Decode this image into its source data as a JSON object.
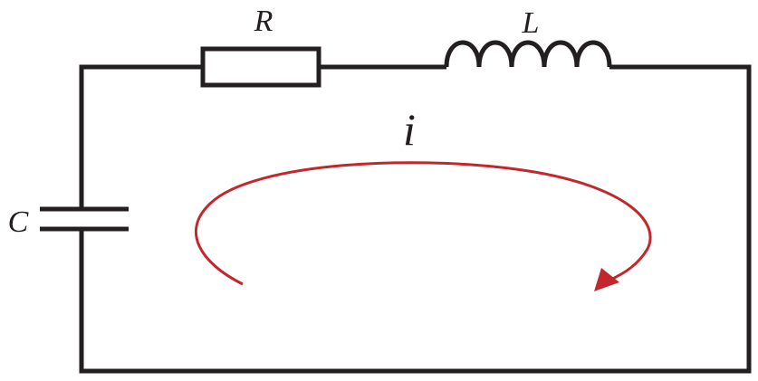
{
  "circuit": {
    "resistor_label": "R",
    "inductor_label": "L",
    "capacitor_label": "C",
    "current_label": "i"
  },
  "colors": {
    "wire": "#231f20",
    "current_arrow": "#c1272d"
  },
  "icons": {
    "resistor": "resistor-symbol",
    "inductor": "inductor-coil-symbol",
    "capacitor": "capacitor-symbol",
    "current_arrow": "curved-arrow"
  }
}
